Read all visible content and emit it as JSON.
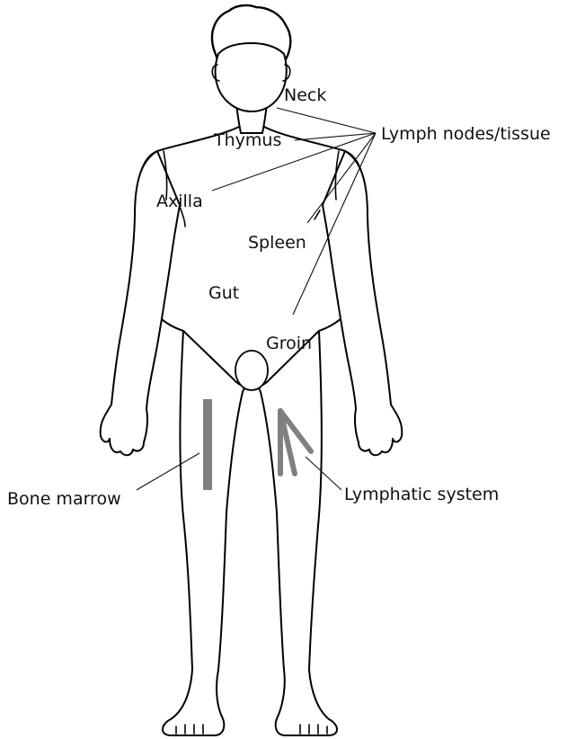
{
  "diagram": {
    "labels": {
      "neck": "Neck",
      "thymus": "Thymus",
      "lymph_nodes": "Lymph nodes/tissue",
      "axilla": "Axilla",
      "spleen": "Spleen",
      "gut": "Gut",
      "groin": "Groin",
      "bone_marrow": "Bone marrow",
      "lymphatic_system": "Lymphatic system"
    },
    "colors": {
      "outline": "#000000",
      "marker_gray": "#808080",
      "text": "#111111",
      "background": "#ffffff"
    }
  }
}
